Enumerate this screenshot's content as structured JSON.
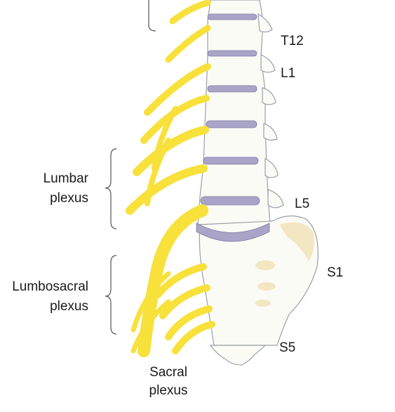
{
  "labels": {
    "t12": "T12",
    "l1": "L1",
    "l5": "L5",
    "s1": "S1",
    "s5": "S5",
    "lumbar_line1": "Lumbar",
    "lumbar_line2": "plexus",
    "lumbosacral_line1": "Lumbosacral",
    "lumbosacral_line2": "plexus",
    "sacral_line1": "Sacral",
    "sacral_line2": "plexus"
  },
  "colors": {
    "nerve": "#f7e13a",
    "nerve_outline": "#b98a1c",
    "bone": "#fbfbf6",
    "bone_outline": "#9aa0a8",
    "disc": "#a9a4c8",
    "sacrum_shade": "#f3e6c2"
  }
}
